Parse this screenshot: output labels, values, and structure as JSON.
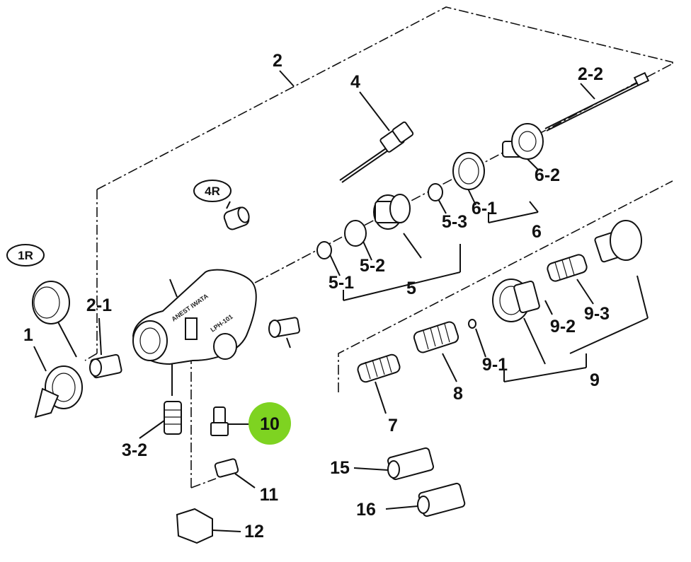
{
  "highlight_color": "#7ed321",
  "oval_labels": {
    "r1": "1R",
    "r4": "4R"
  },
  "brand_text": {
    "maker": "ANEST IWATA",
    "model": "LPH-101"
  },
  "labels": {
    "p1": "1",
    "p2": "2",
    "p2_1": "2-1",
    "p2_2": "2-2",
    "p3_2": "3-2",
    "p4": "4",
    "p5": "5",
    "p5_1": "5-1",
    "p5_2": "5-2",
    "p5_3": "5-3",
    "p6": "6",
    "p6_1": "6-1",
    "p6_2": "6-2",
    "p7": "7",
    "p8": "8",
    "p9": "9",
    "p9_1": "9-1",
    "p9_2": "9-2",
    "p9_3": "9-3",
    "p10": "10",
    "p11": "11",
    "p12": "12",
    "p15": "15",
    "p16": "16"
  }
}
